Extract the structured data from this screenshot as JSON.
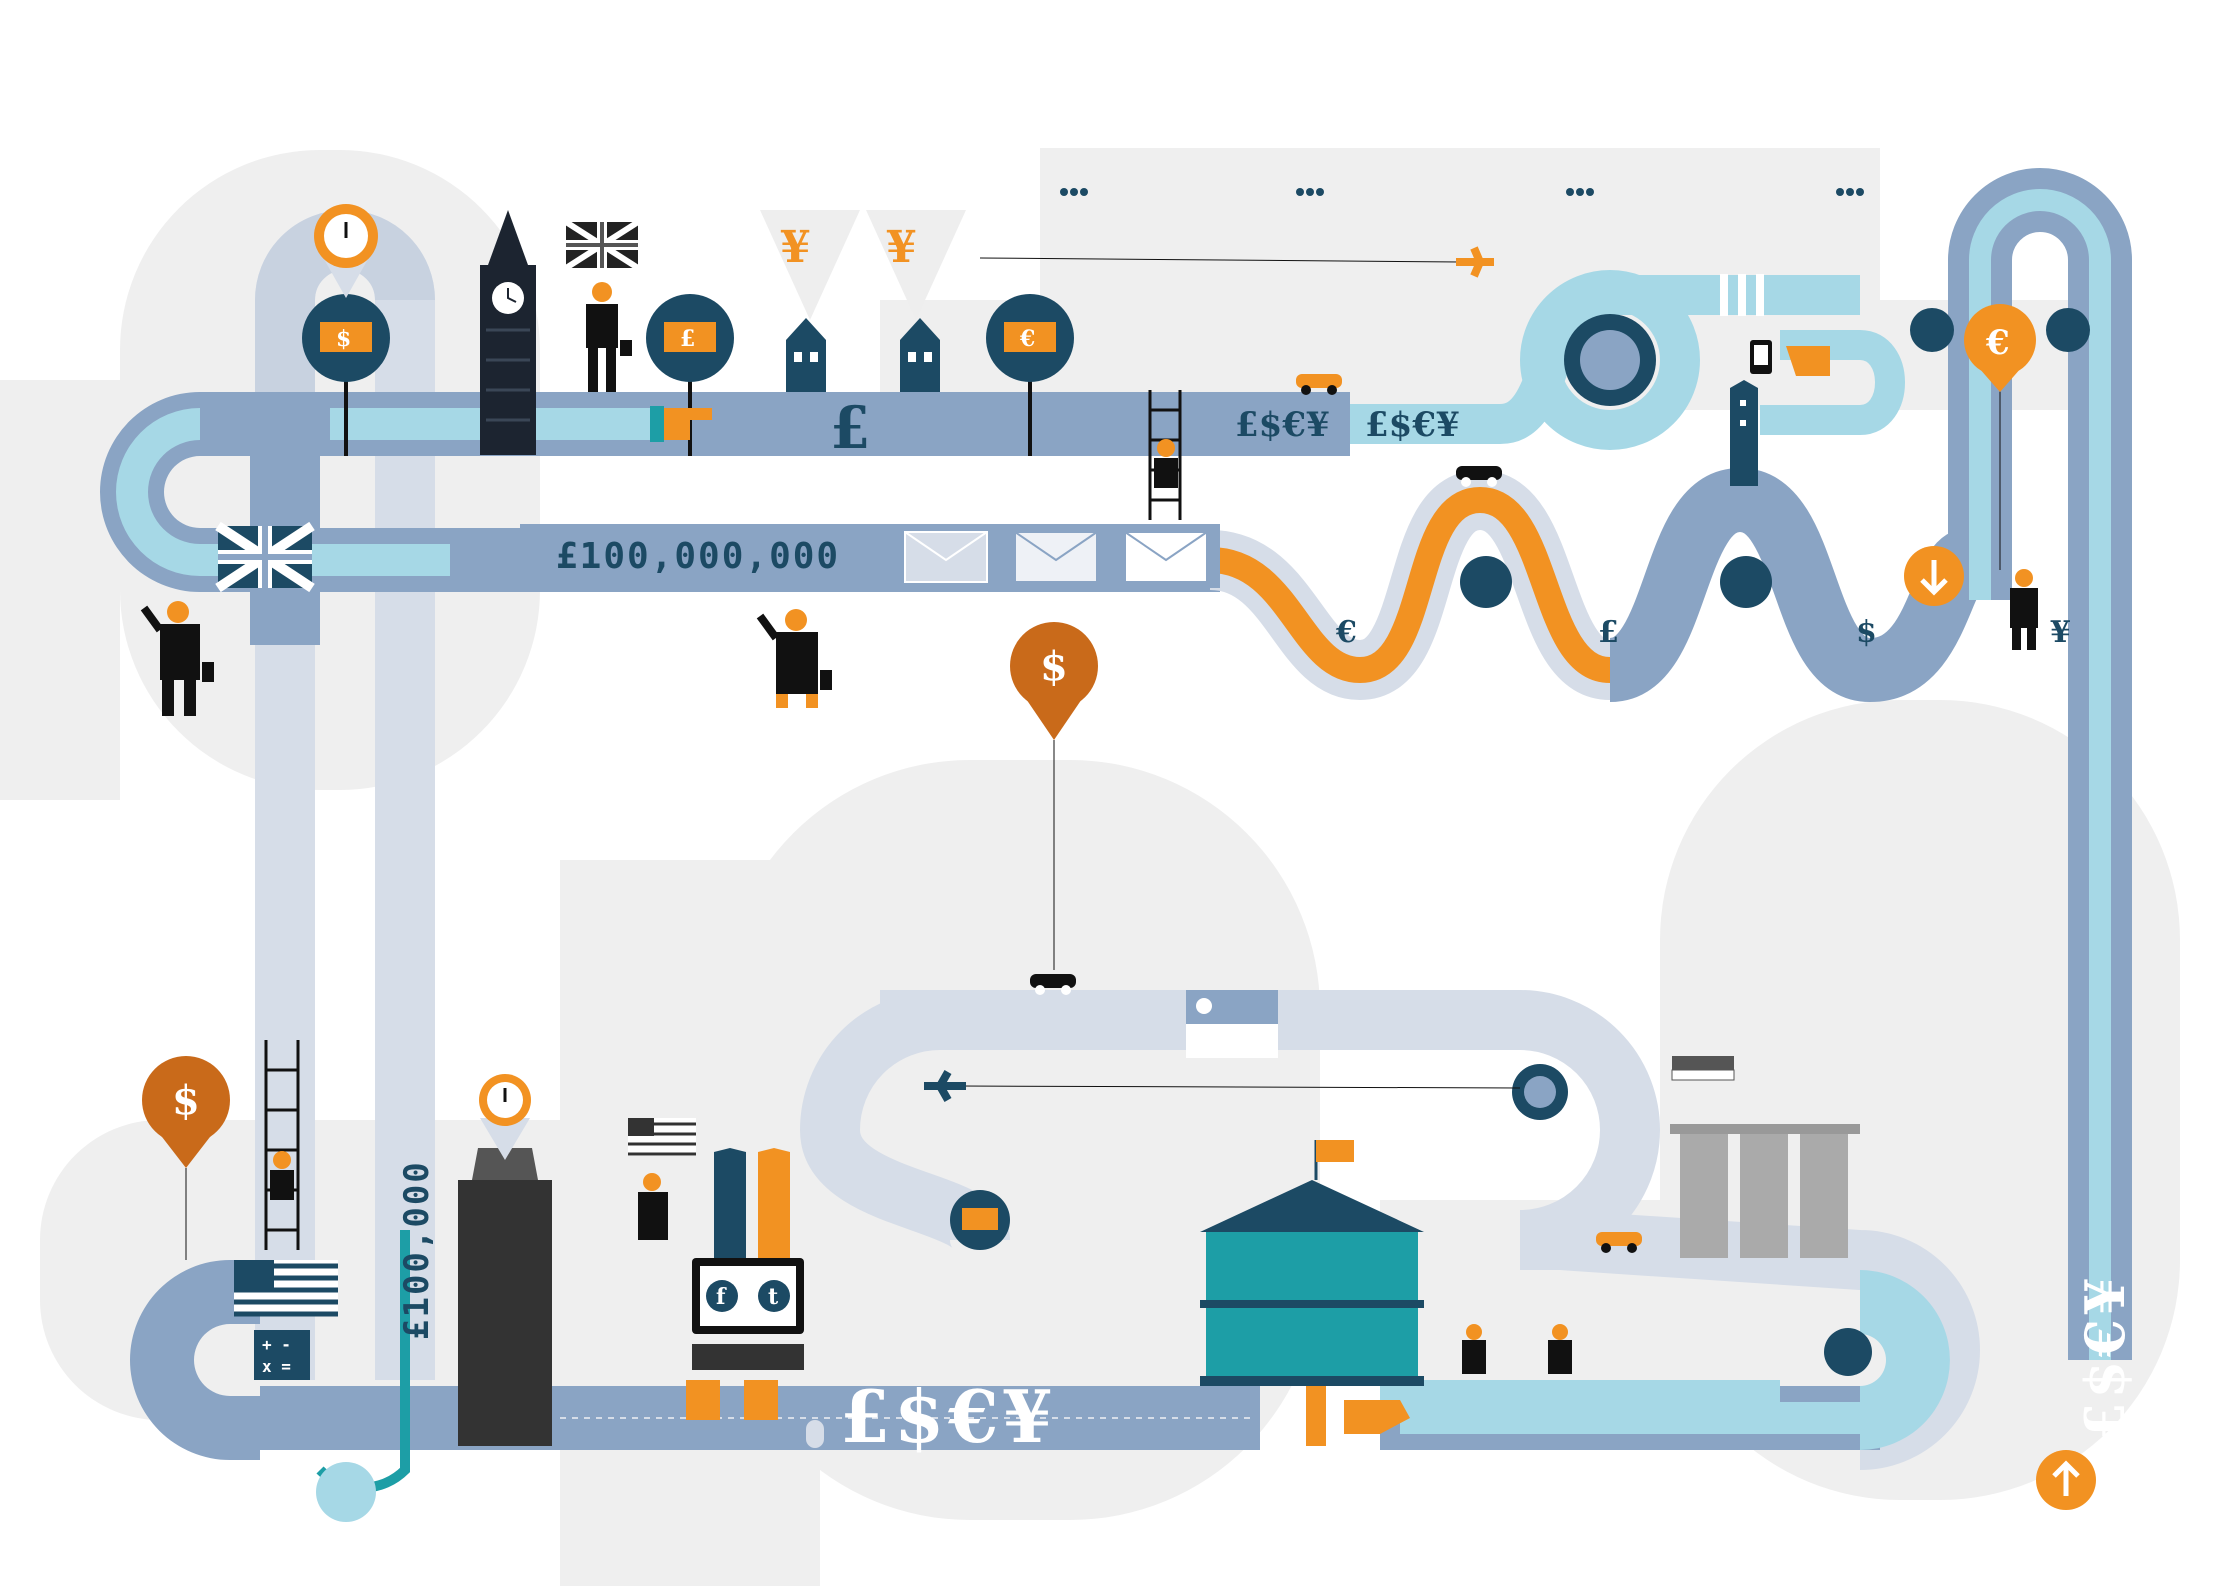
{
  "colors": {
    "background": "#ffffff",
    "ghost": "#efefef",
    "road_light": "#d6dde8",
    "road_mid": "#8aa4c4",
    "road_cyan": "#a6d8e6",
    "navy": "#1c4a64",
    "orange": "#f29222",
    "teal": "#1d9ea6",
    "black": "#111111"
  },
  "banner": {
    "amount_large": "£100,000,000",
    "amount_small": "£100,000"
  },
  "currency": {
    "top_strip_a": "£$€¥",
    "top_strip_b": "£$€¥",
    "bottom_strip": "£$€¥",
    "right_column": "£$€¥",
    "pound_road": "£",
    "wave_1": "€",
    "wave_2": "£",
    "wave_3": "$",
    "wave_4": "¥"
  },
  "icons": {
    "sign_1": "$",
    "sign_2": "£",
    "sign_3": "€",
    "balloon_mid": "$",
    "balloon_left": "$",
    "balloon_right": "€",
    "social_1": "f",
    "social_2": "t"
  }
}
